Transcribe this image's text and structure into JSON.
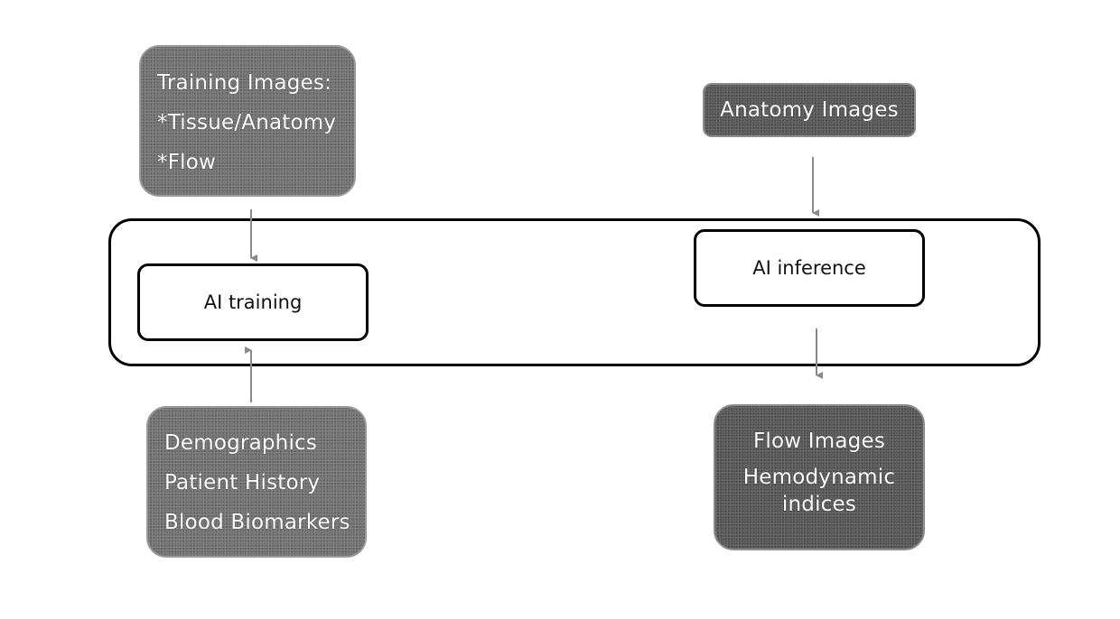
{
  "colors": {
    "training_box": "#6e6e6e",
    "output_box": "#555555",
    "outline": "#000000",
    "arrow": "#8a8a8a"
  },
  "training_images": {
    "lines": [
      "Training Images:",
      "*Tissue/Anatomy",
      "*Flow"
    ]
  },
  "anatomy_images": {
    "label": "Anatomy Images"
  },
  "ai_training": {
    "label": "AI training"
  },
  "ai_inference": {
    "label": "AI inference"
  },
  "patient_data": {
    "lines": [
      "Demographics",
      "Patient History",
      "Blood Biomarkers"
    ]
  },
  "outputs": {
    "lines": [
      "Flow Images",
      "Hemodynamic",
      "indices"
    ]
  }
}
